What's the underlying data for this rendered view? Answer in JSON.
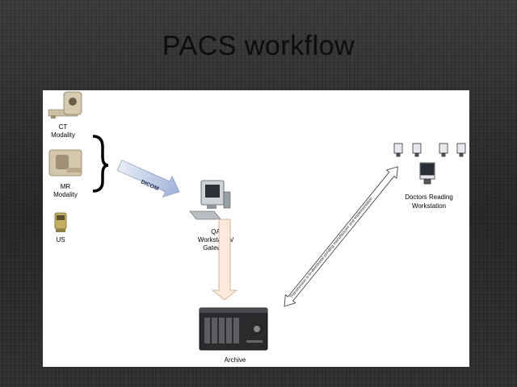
{
  "slide": {
    "title": "PACS workflow"
  },
  "modalities": [
    {
      "label_line1": "CT",
      "label_line2": "Modality"
    },
    {
      "label_line1": "MR",
      "label_line2": "Modality"
    },
    {
      "label_line1": "US",
      "label_line2": ""
    }
  ],
  "dicom_label": "DICOM",
  "qa": {
    "line1": "QA",
    "line2": "Workstation/",
    "line3": "Gateway"
  },
  "archive_label": "Archive",
  "doctors": {
    "line1": "Doctors Reading",
    "line2": "Workstation"
  },
  "transmission_note": "Transmission is bi-directional pending manufacturer and implementation",
  "colors": {
    "dicom_arrow": "#b9c7e3",
    "qa_arrow_fill": "#fbe9dc",
    "qa_arrow_stroke": "#c9a888"
  }
}
